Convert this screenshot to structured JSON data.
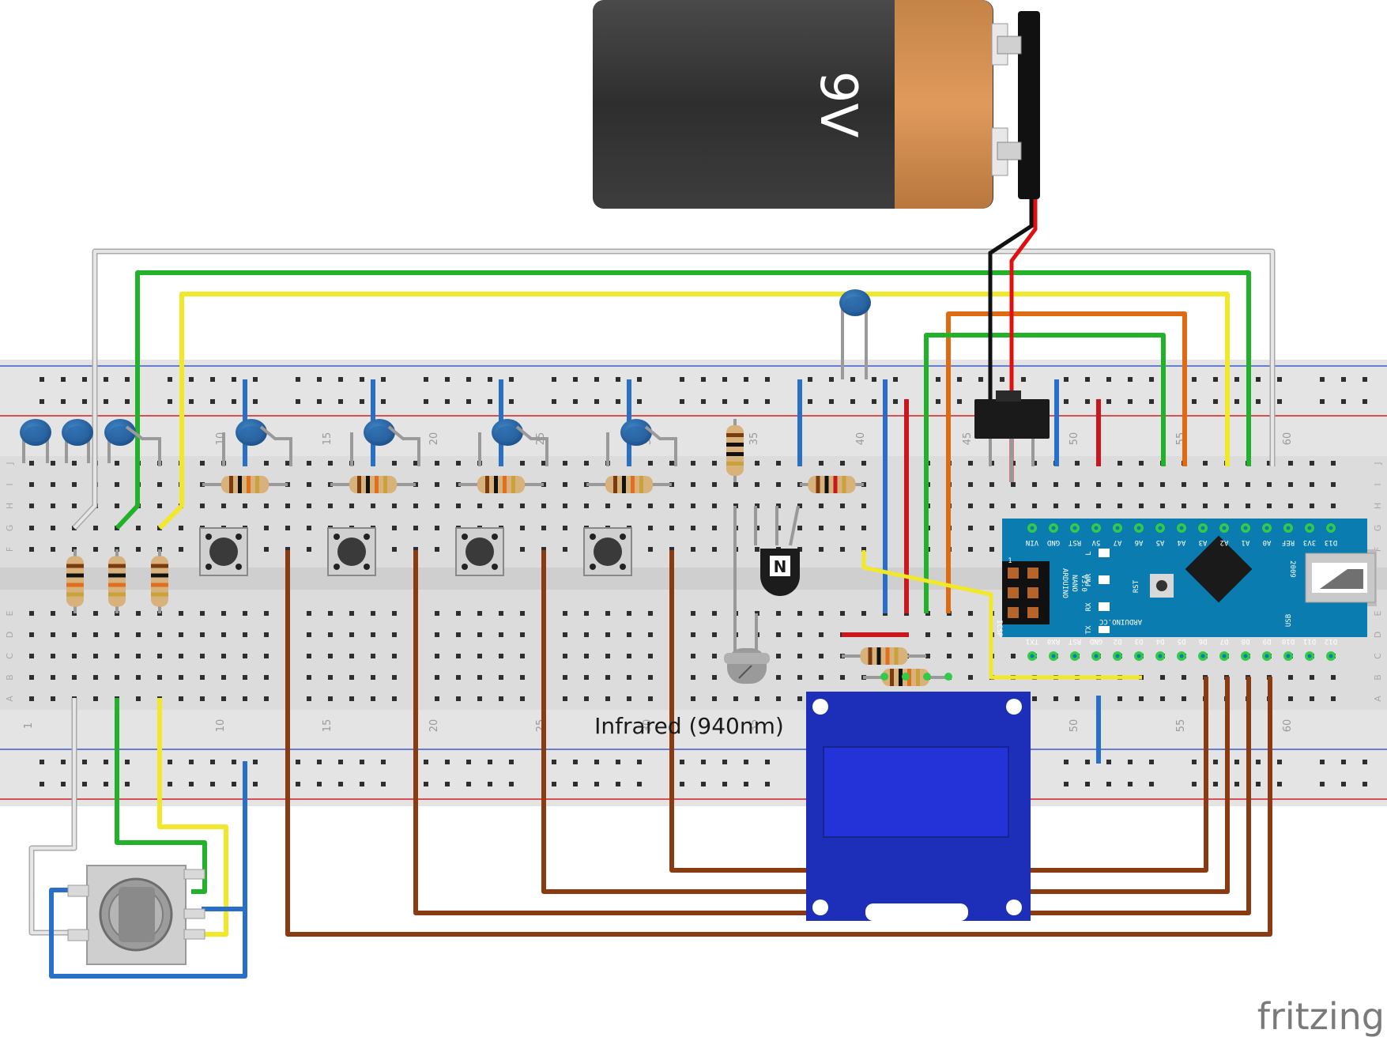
{
  "battery": {
    "label": "9V"
  },
  "led": {
    "label": "Infrared (940nm)"
  },
  "watermark": {
    "text": "fritzing"
  },
  "breadboard": {
    "column_numbers": [
      "1",
      "10",
      "15",
      "20",
      "25",
      "30",
      "35",
      "40",
      "45",
      "50",
      "55",
      "60"
    ],
    "row_letters_top": [
      "J",
      "I",
      "H",
      "G",
      "F"
    ],
    "row_letters_bottom": [
      "E",
      "D",
      "C",
      "B",
      "A"
    ]
  },
  "arduino": {
    "name_lines": [
      "ARDUINO",
      "NANO",
      "V3.0"
    ],
    "site": "ARDUINO.CC",
    "year": "2009",
    "top_pins": [
      "VIN",
      "GND",
      "RST",
      "5V",
      "A7",
      "A6",
      "A5",
      "A4",
      "A3",
      "A2",
      "A1",
      "A0",
      "REF",
      "3V3",
      "D13"
    ],
    "bottom_pins": [
      "TX1",
      "RX0",
      "RST",
      "GND",
      "D2",
      "D3",
      "D4",
      "D5",
      "D6",
      "D7",
      "D8",
      "D9",
      "D10",
      "D11",
      "D12"
    ],
    "leds": [
      "L",
      "PWR",
      "RX",
      "TX"
    ],
    "misc": {
      "icsp": "ICSP",
      "icsp_pin1": "1",
      "rst": "RST",
      "usb": "USB"
    }
  },
  "transistor": {
    "mark": "N"
  },
  "colors": {
    "wire_white": "#d8d8d8",
    "wire_green": "#22b22a",
    "wire_yellow": "#f2e82a",
    "wire_blue": "#2a6fc7",
    "wire_red": "#c8171e",
    "wire_orange": "#e06a12",
    "wire_brown": "#8a3b12",
    "board_blue": "#0b7cb0",
    "oled_blue": "#1d2fb8"
  }
}
